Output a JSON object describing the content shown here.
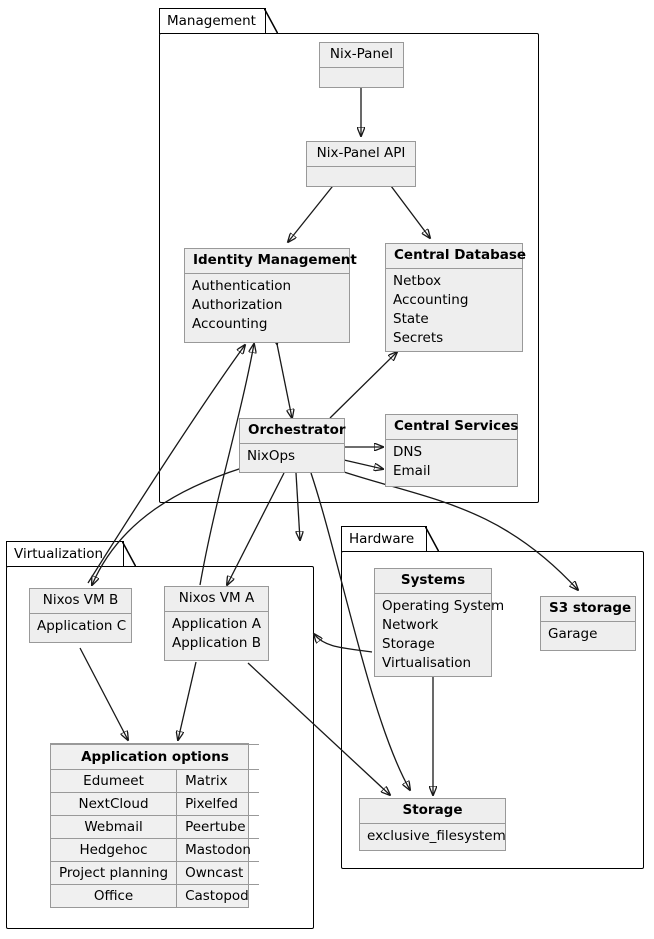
{
  "diagram": {
    "title": "Infrastructure architecture diagram",
    "style": "plantuml-class-diagram",
    "colors": {
      "node_fill": "#eeeeee",
      "node_border": "#999999",
      "package_border": "#000000",
      "edge": "#181818",
      "background": "#ffffff"
    }
  },
  "packages": [
    {
      "id": "management",
      "label": "Management"
    },
    {
      "id": "virtualization",
      "label": "Virtualization"
    },
    {
      "id": "hardware",
      "label": "Hardware"
    }
  ],
  "nodes": {
    "nix_panel": {
      "title": "Nix-Panel",
      "bold": false,
      "items": []
    },
    "nix_panel_api": {
      "title": "Nix-Panel API",
      "bold": false,
      "items": []
    },
    "identity": {
      "title": "Identity Management",
      "bold": true,
      "items": [
        "Authentication",
        "Authorization",
        "Accounting"
      ]
    },
    "database": {
      "title": "Central Database",
      "bold": true,
      "items": [
        "Netbox",
        "Accounting",
        "State",
        "Secrets"
      ]
    },
    "orchestrator": {
      "title": "Orchestrator",
      "bold": true,
      "items": [
        "NixOps"
      ]
    },
    "services": {
      "title": "Central Services",
      "bold": true,
      "items": [
        "DNS",
        "Email"
      ]
    },
    "vm_b": {
      "title": "Nixos VM B",
      "bold": false,
      "items": [
        "Application C"
      ]
    },
    "vm_a": {
      "title": "Nixos VM A",
      "bold": false,
      "items": [
        "Application A",
        "Application B"
      ]
    },
    "systems": {
      "title": "Systems",
      "bold": true,
      "items": [
        "Operating System",
        "Network",
        "Storage",
        "Virtualisation"
      ]
    },
    "s3": {
      "title": "S3 storage",
      "bold": true,
      "items": [
        "Garage"
      ]
    },
    "storage": {
      "title": "Storage",
      "bold": true,
      "items": [
        "exclusive_filesystem"
      ]
    }
  },
  "app_options": {
    "header": "Application options",
    "rows": [
      {
        "left": "Edumeet",
        "right": "Matrix"
      },
      {
        "left": "NextCloud",
        "right": "Pixelfed"
      },
      {
        "left": "Webmail",
        "right": "Peertube"
      },
      {
        "left": "Hedgehoc",
        "right": "Mastodon"
      },
      {
        "left": "Project planning",
        "right": "Owncast"
      },
      {
        "left": "Office",
        "right": "Castopod"
      }
    ]
  },
  "edges": [
    {
      "from": "nix_panel",
      "to": "nix_panel_api",
      "arrow": "single"
    },
    {
      "from": "nix_panel_api",
      "to": "identity",
      "arrow": "single"
    },
    {
      "from": "nix_panel_api",
      "to": "database",
      "arrow": "single"
    },
    {
      "from": "identity",
      "to": "orchestrator",
      "arrow": "double"
    },
    {
      "from": "orchestrator",
      "to": "database",
      "arrow": "single"
    },
    {
      "from": "orchestrator",
      "to": "services",
      "arrow": "single"
    },
    {
      "from": "orchestrator",
      "to": "services",
      "arrow": "single"
    },
    {
      "from": "orchestrator",
      "to": "vm_a",
      "arrow": "single"
    },
    {
      "from": "orchestrator",
      "to": "vm_b",
      "arrow": "single"
    },
    {
      "from": "orchestrator",
      "to": "storage",
      "arrow": "single"
    },
    {
      "from": "orchestrator",
      "to": "s3",
      "arrow": "single"
    },
    {
      "from": "vm_a",
      "to": "identity",
      "arrow": "single"
    },
    {
      "from": "vm_b",
      "to": "identity",
      "arrow": "single"
    },
    {
      "from": "vm_a",
      "to": "app_options",
      "arrow": "single"
    },
    {
      "from": "vm_b",
      "to": "app_options",
      "arrow": "single"
    },
    {
      "from": "vm_a",
      "to": "storage",
      "arrow": "single"
    },
    {
      "from": "systems",
      "to": "vm_a",
      "arrow": "single"
    },
    {
      "from": "systems",
      "to": "storage",
      "arrow": "single"
    }
  ]
}
